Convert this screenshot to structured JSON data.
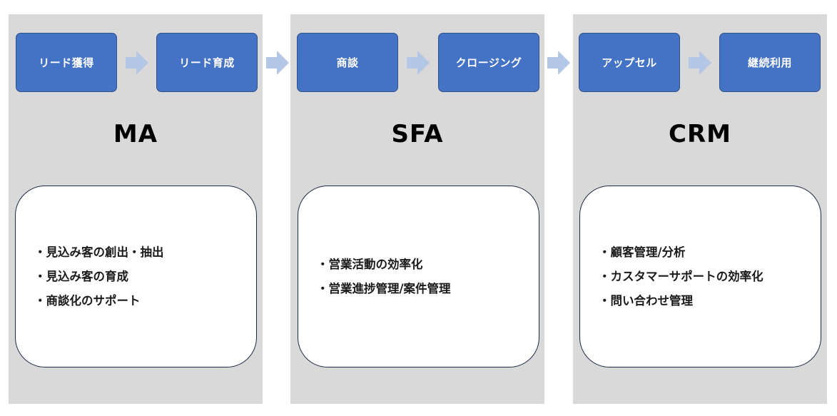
{
  "columns": [
    {
      "key": "ma",
      "title": "MA",
      "steps": [
        "リード獲得",
        "リード育成"
      ],
      "items": [
        "見込み客の創出・抽出",
        "見込み客の育成",
        "商談化のサポート"
      ]
    },
    {
      "key": "sfa",
      "title": "SFA",
      "steps": [
        "商談",
        "クロージング"
      ],
      "items": [
        "営業活動の効率化",
        "営業進捗管理/案件管理"
      ]
    },
    {
      "key": "crm",
      "title": "CRM",
      "steps": [
        "アップセル",
        "継続利用"
      ],
      "items": [
        "顧客管理/分析",
        "カスタマーサポートの効率化",
        "問い合わせ管理"
      ]
    }
  ],
  "colors": {
    "step_fill": "#4472c4",
    "arrow_fill": "#b4c7e7",
    "panel_fill": "#d9d9d9"
  }
}
